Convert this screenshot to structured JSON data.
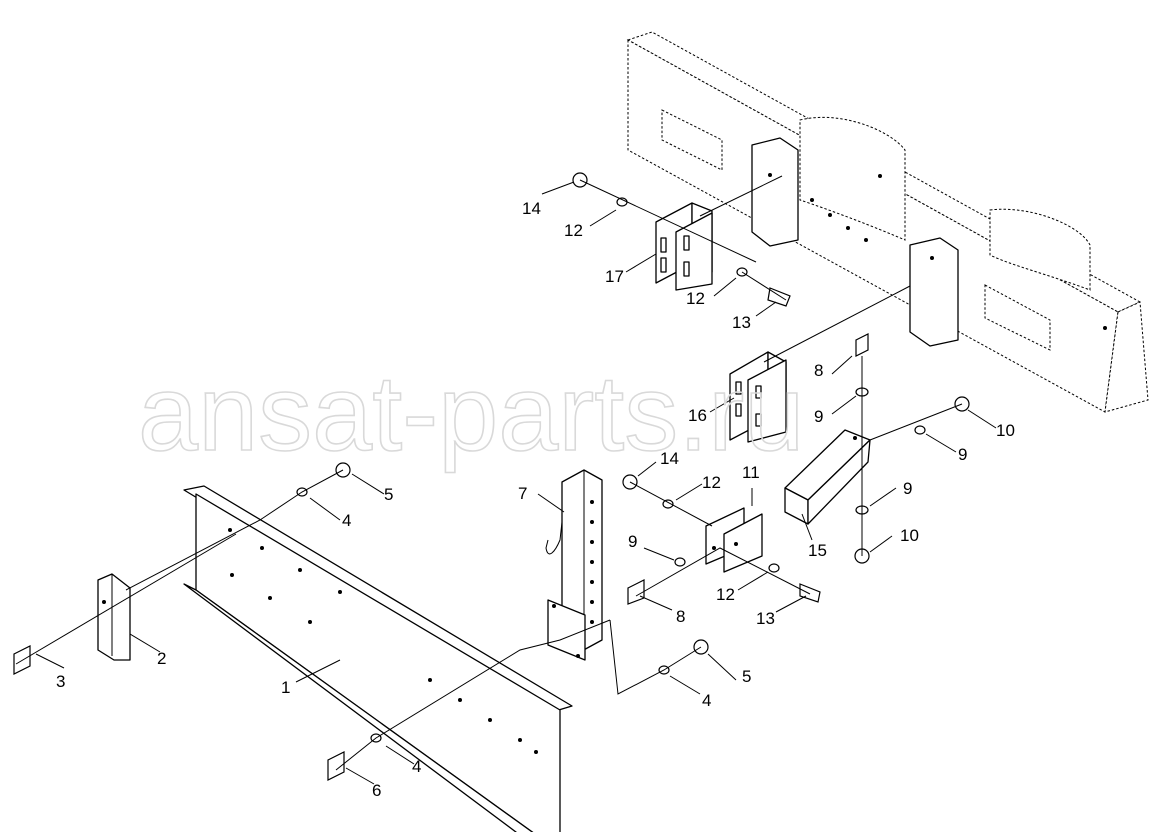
{
  "watermark": "ansat-parts.ru",
  "callouts": [
    "1",
    "2",
    "3",
    "4",
    "4",
    "4",
    "5",
    "5",
    "6",
    "7",
    "8",
    "8",
    "9",
    "9",
    "9",
    "9",
    "10",
    "10",
    "11",
    "12",
    "12",
    "12",
    "12",
    "13",
    "13",
    "14",
    "14",
    "15",
    "16",
    "17"
  ]
}
